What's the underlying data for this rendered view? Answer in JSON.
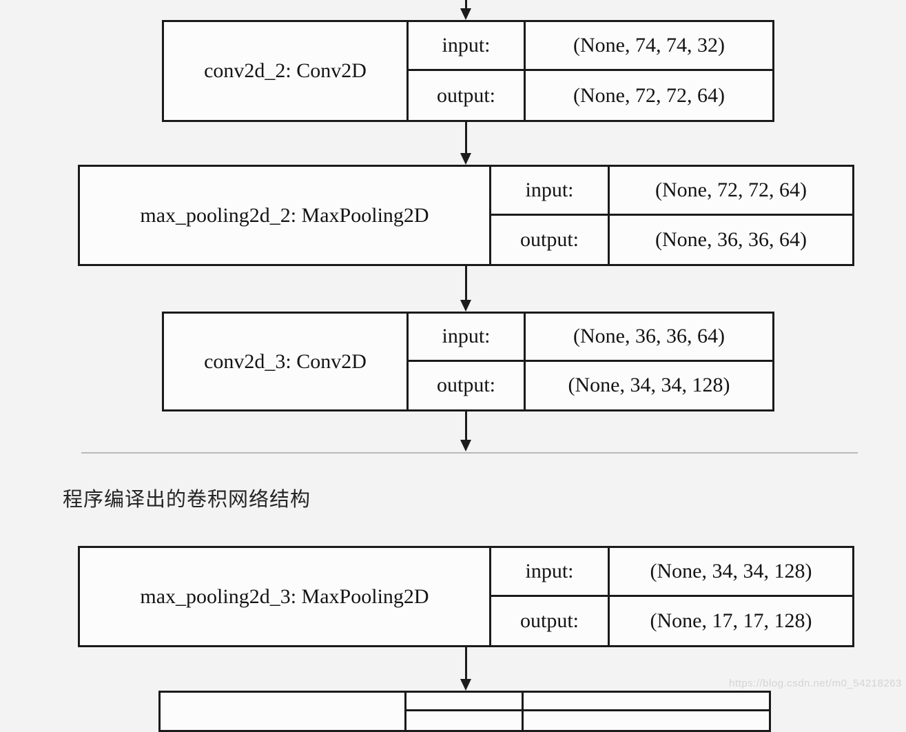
{
  "page": {
    "caption": "程序编译出的卷积网络结构",
    "watermark": "https://blog.csdn.net/m0_54218263"
  },
  "labels": {
    "input": "input:",
    "output": "output:"
  },
  "layers": [
    {
      "name": "conv2d_2: Conv2D",
      "input_shape": "(None, 74, 74, 32)",
      "output_shape": "(None, 72, 72, 64)"
    },
    {
      "name": "max_pooling2d_2: MaxPooling2D",
      "input_shape": "(None, 72, 72, 64)",
      "output_shape": "(None, 36, 36, 64)"
    },
    {
      "name": "conv2d_3: Conv2D",
      "input_shape": "(None, 36, 36, 64)",
      "output_shape": "(None, 34, 34, 128)"
    },
    {
      "name": "max_pooling2d_3: MaxPooling2D",
      "input_shape": "(None, 34, 34, 128)",
      "output_shape": "(None, 17, 17, 128)"
    }
  ],
  "partial_layer": {
    "note": "next layer box clipped at bottom edge, text not visible"
  },
  "icons": {
    "flow_arrow": "arrow-down"
  },
  "colors": {
    "background": "#f3f3f3",
    "box_fill": "#fcfcfc",
    "box_border": "#1a1a1a",
    "arrow": "#1c1c1c",
    "divider": "#b9b9b9",
    "caption_text": "#242424",
    "watermark_text": "#d4d4d4"
  }
}
